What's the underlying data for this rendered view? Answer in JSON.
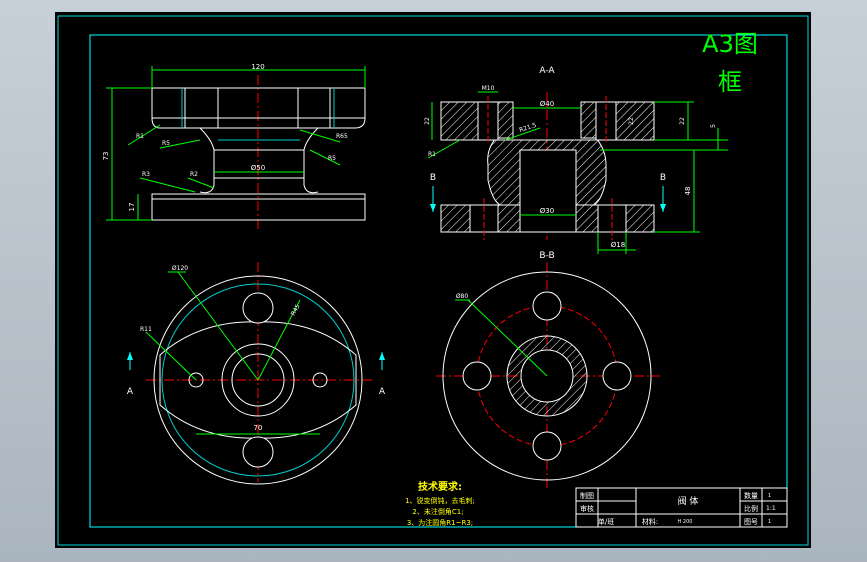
{
  "frame": {
    "title_line1": "A3图",
    "title_line2": "框"
  },
  "views": {
    "section_aa_label": "A-A",
    "section_bb_label": "B-B",
    "arrow_b_left": "B",
    "arrow_b_right": "B",
    "arrow_a_left": "A",
    "arrow_a_right": "A"
  },
  "dimensions": {
    "front_width": "120",
    "front_height": "73",
    "front_base": "17",
    "front_neck_dia": "Ø50",
    "front_r1": "R1",
    "front_r5_left": "R5",
    "front_r5_right": "R5",
    "front_r65": "R65",
    "front_r3": "R3",
    "front_r2": "R2",
    "aa_m10": "M10",
    "aa_dia40": "Ø40",
    "aa_dia30": "Ø30",
    "aa_dia18": "Ø18",
    "aa_22_left": "22",
    "aa_22_mid": "22",
    "aa_22_right": "22",
    "aa_5": "5",
    "aa_48": "48",
    "aa_r21": "R21.5",
    "aa_r": "R1",
    "top_dia120": "Ø120",
    "top_r11": "R11",
    "top_r45": "R45",
    "top_70": "70",
    "bb_dia80": "Ø80"
  },
  "notes": {
    "heading": "技术要求:",
    "line1": "1、锐变倒钝，去毛刺;",
    "line2": "2、未注倒角C1;",
    "line3": "3、为注圆角R1~R3;"
  },
  "title_block": {
    "drawn_label": "制图",
    "checked_label": "审核",
    "unit_label": "单/班",
    "part_name": "阀 体",
    "material_label": "材料:",
    "material_value": "H 200",
    "qty_label": "数量",
    "qty_value": "1",
    "scale_label": "比例",
    "scale_value": "1:1",
    "drawing_no_label": "图号",
    "drawing_no_value": "1"
  },
  "colors": {
    "background": "#000000",
    "frame": "#00ffff",
    "outline": "#ffffff",
    "dimension": "#00ff00",
    "centerline": "#ff0000",
    "hatch": "#ffffff",
    "tangent": "#00cccc",
    "notes": "#ffff00",
    "title": "#00ff00",
    "screen_bg": "#b9c3cc"
  }
}
